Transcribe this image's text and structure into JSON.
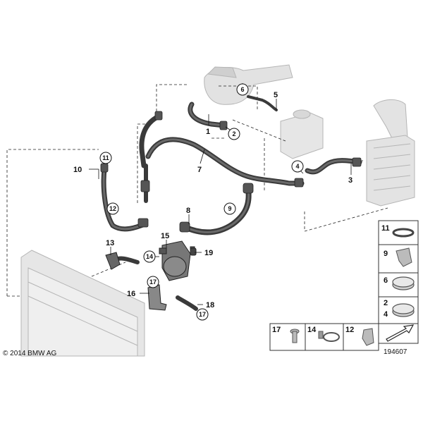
{
  "copyright": "© 2014 BMW AG",
  "drawing_number": "194607",
  "colors": {
    "hose": "#3a3a3a",
    "ghost": "#d6d6d6",
    "ghost_stroke": "#b8b8b8",
    "callout": "#111111"
  },
  "callouts": {
    "c1": "1",
    "c2": "2",
    "c3": "3",
    "c4": "4",
    "c5": "5",
    "c6": "6",
    "c7": "7",
    "c8": "8",
    "c9": "9",
    "c10": "10",
    "c11": "11",
    "c12": "12",
    "c13": "13",
    "c14": "14",
    "c15": "15",
    "c16": "16",
    "c17a": "17",
    "c17b": "17",
    "c18": "18",
    "c19": "19"
  },
  "legend": {
    "k11": "11",
    "k9": "9",
    "k6": "6",
    "k2": "2",
    "k4": "4",
    "k17": "17",
    "k14": "14",
    "k12": "12"
  }
}
